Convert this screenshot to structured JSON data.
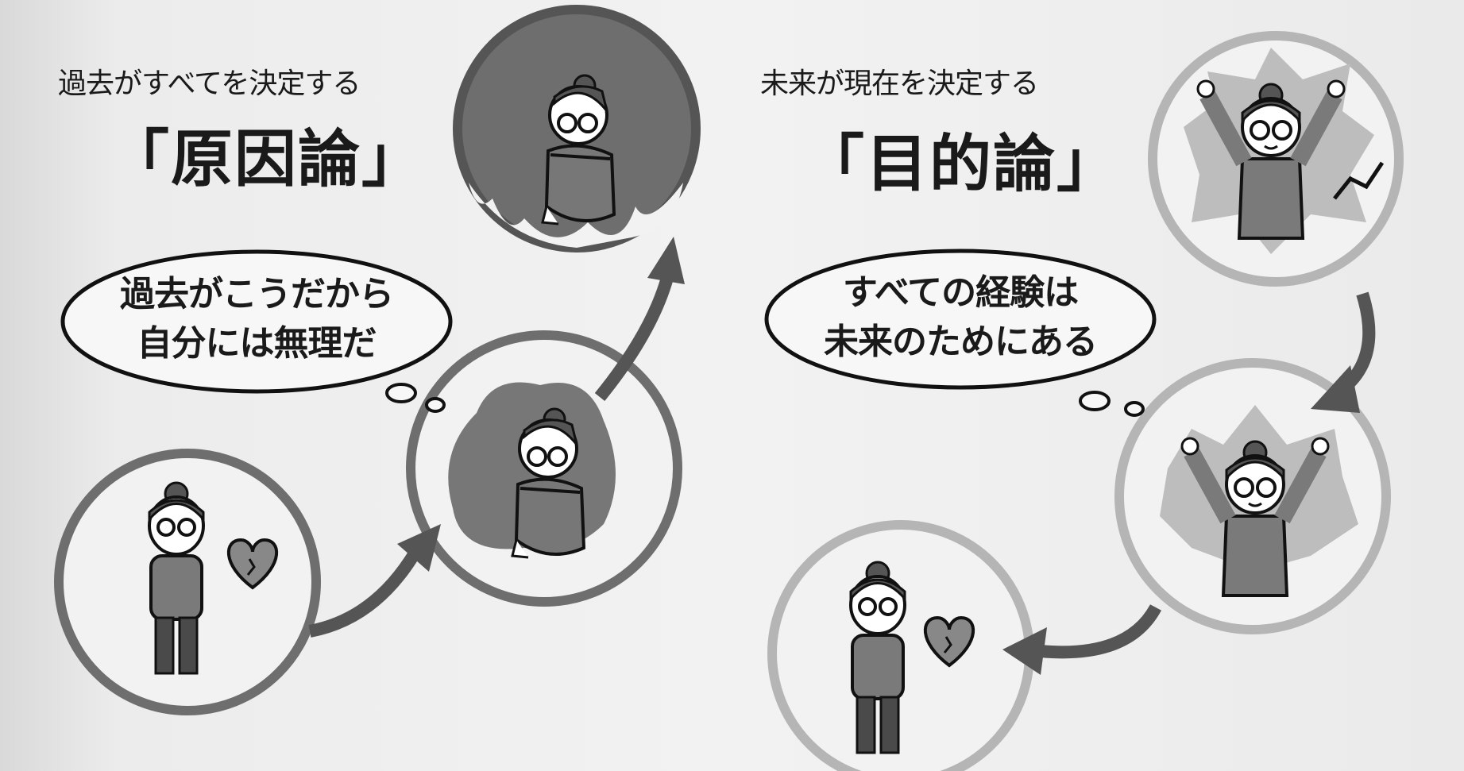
{
  "left": {
    "subtitle": "過去がすべてを決定する",
    "title": "「原因論」",
    "bubble_lines": [
      "過去がこうだから",
      "自分には無理だ"
    ]
  },
  "right": {
    "subtitle": "未来が現在を決定する",
    "title": "「目的論」",
    "bubble_lines": [
      "すべての経験は",
      "未来のためにある"
    ]
  },
  "colors": {
    "dark_circle": "#6e6e6e",
    "light_ring": "#b5b5b5",
    "ink": "#1a1a1a"
  }
}
